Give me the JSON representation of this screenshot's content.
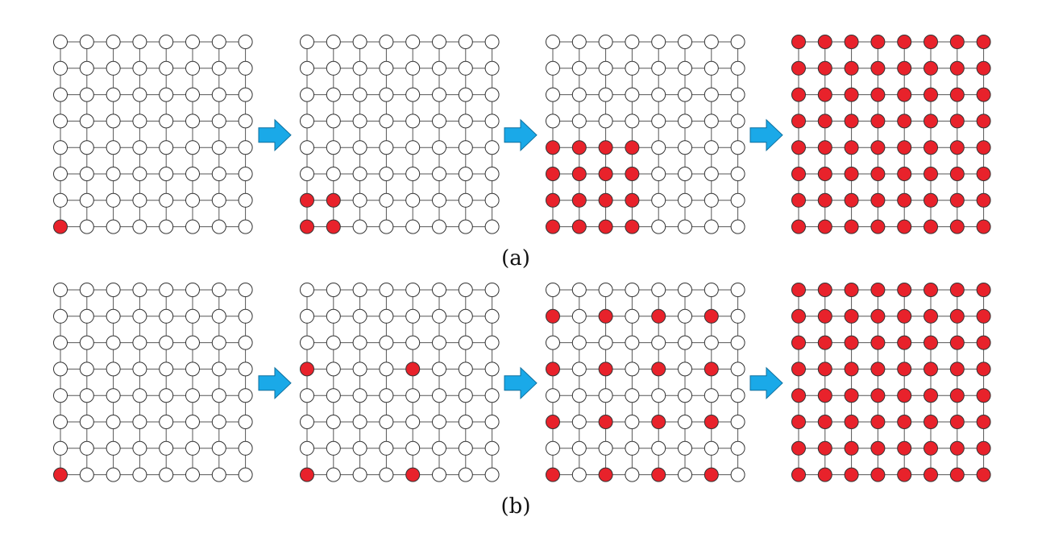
{
  "figure": {
    "colors": {
      "active_node": "#e8222b",
      "inactive_node": "#ffffff",
      "node_stroke": "#333333",
      "grid_line": "#555555",
      "arrow_fill": "#1aa9e8",
      "arrow_stroke": "#0d6f9e"
    },
    "grid_size": 8,
    "rows": [
      {
        "caption": "(a)",
        "panels": [
          {
            "active": [
              [
                7,
                0
              ]
            ]
          },
          {
            "active": [
              [
                6,
                0
              ],
              [
                6,
                1
              ],
              [
                7,
                0
              ],
              [
                7,
                1
              ]
            ]
          },
          {
            "active": [
              [
                4,
                0
              ],
              [
                4,
                1
              ],
              [
                4,
                2
              ],
              [
                4,
                3
              ],
              [
                5,
                0
              ],
              [
                5,
                1
              ],
              [
                5,
                2
              ],
              [
                5,
                3
              ],
              [
                6,
                0
              ],
              [
                6,
                1
              ],
              [
                6,
                2
              ],
              [
                6,
                3
              ],
              [
                7,
                0
              ],
              [
                7,
                1
              ],
              [
                7,
                2
              ],
              [
                7,
                3
              ]
            ]
          },
          {
            "active": "all"
          }
        ]
      },
      {
        "caption": "(b)",
        "panels": [
          {
            "active": [
              [
                7,
                0
              ]
            ]
          },
          {
            "active": [
              [
                3,
                0
              ],
              [
                3,
                4
              ],
              [
                7,
                0
              ],
              [
                7,
                4
              ]
            ]
          },
          {
            "active": [
              [
                1,
                0
              ],
              [
                1,
                2
              ],
              [
                1,
                4
              ],
              [
                1,
                6
              ],
              [
                3,
                0
              ],
              [
                3,
                2
              ],
              [
                3,
                4
              ],
              [
                3,
                6
              ],
              [
                5,
                0
              ],
              [
                5,
                2
              ],
              [
                5,
                4
              ],
              [
                5,
                6
              ],
              [
                7,
                0
              ],
              [
                7,
                2
              ],
              [
                7,
                4
              ],
              [
                7,
                6
              ]
            ]
          },
          {
            "active": "all"
          }
        ]
      }
    ]
  }
}
